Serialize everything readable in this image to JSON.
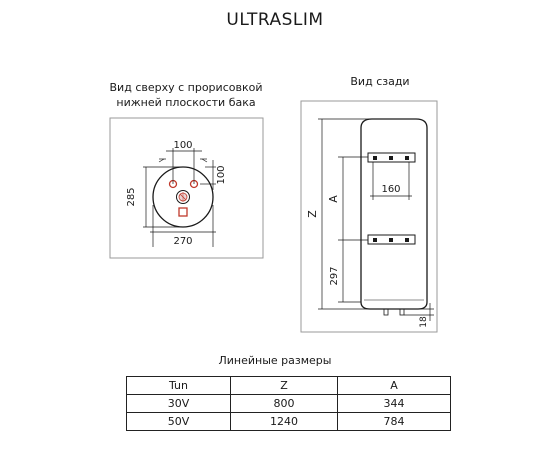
{
  "title": "ULTRASLIM",
  "top_view": {
    "caption_line1": "Вид сверху с прорисовкой",
    "caption_line2": "нижней плоскости бака",
    "dim_pipe_spacing": "100",
    "dim_depth": "285",
    "dim_offset": "100",
    "dim_width": "270"
  },
  "back_view": {
    "caption": "Вид сзади",
    "dim_z": "Z",
    "dim_a": "A",
    "dim_bracket_width": "160",
    "dim_bottom": "297",
    "dim_pipe_height": "18"
  },
  "table": {
    "caption": "Линейные размеры",
    "headers": [
      "Tun",
      "Z",
      "A"
    ],
    "rows": [
      [
        "30V",
        "800",
        "344"
      ],
      [
        "50V",
        "1240",
        "784"
      ]
    ]
  }
}
